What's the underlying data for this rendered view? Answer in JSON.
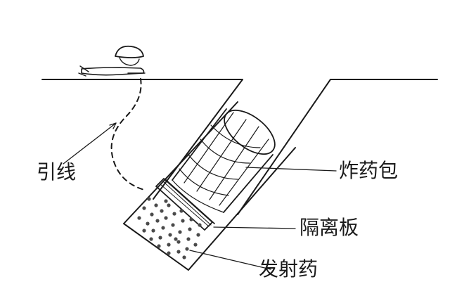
{
  "labels": {
    "fuse": "引线",
    "explosive_pack": "炸药包",
    "separator_plate": "隔离板",
    "propellant": "发射药"
  }
}
